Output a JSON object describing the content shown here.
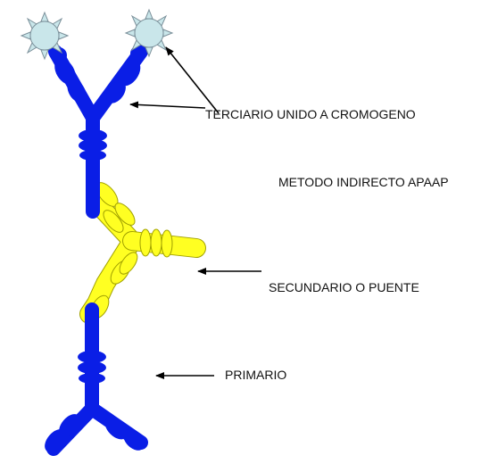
{
  "labels": {
    "tertiary": "TERCIARIO UNIDO A CROMOGENO",
    "method": "METODO INDIRECTO APAAP",
    "secondary": "SECUNDARIO O PUENTE",
    "primary": "PRIMARIO"
  },
  "colors": {
    "primary_antibody": "#0a1ee6",
    "secondary_antibody": "#ffff22",
    "secondary_outline": "#a0a000",
    "chromogen_fill": "#c9e6ea",
    "chromogen_outline": "#7a8f99",
    "arrow": "#000000"
  }
}
